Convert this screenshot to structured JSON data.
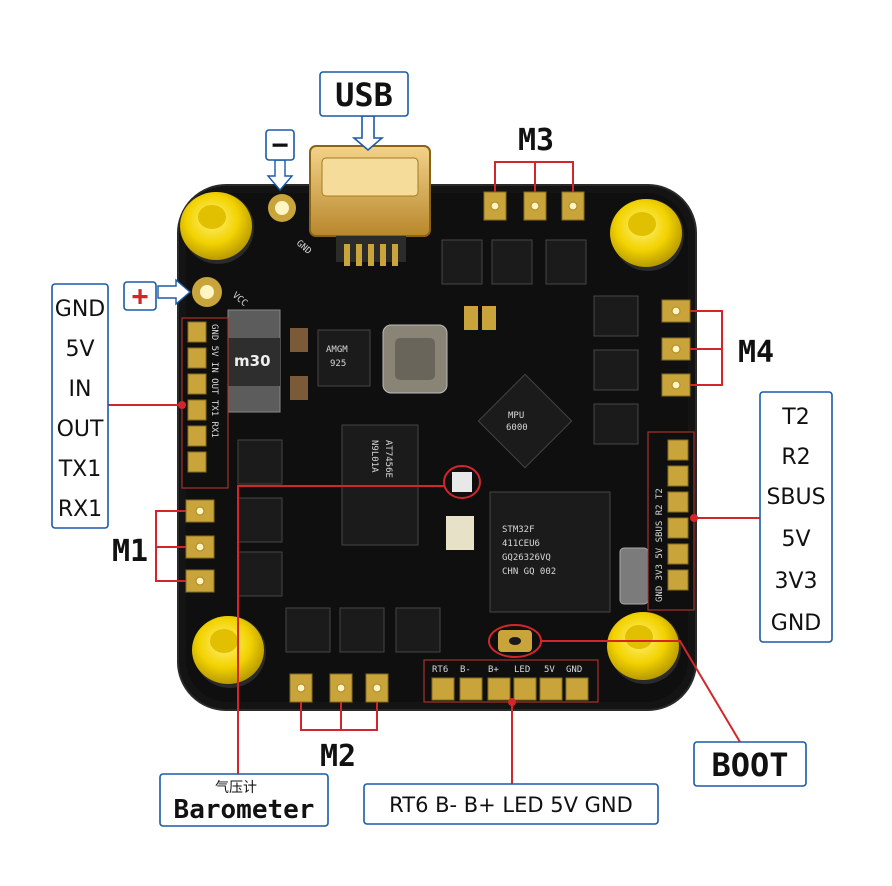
{
  "labels": {
    "usb": "USB",
    "minus": "−",
    "plus": "+",
    "m1": "M1",
    "m2": "M2",
    "m3": "M3",
    "m4": "M4",
    "boot": "BOOT",
    "barometer_cn": "气压计",
    "barometer": "Barometer"
  },
  "left_pins": [
    "GND",
    "5V",
    "IN",
    "OUT",
    "TX1",
    "RX1"
  ],
  "right_pins": [
    "T2",
    "R2",
    "SBUS",
    "5V",
    "3V3",
    "GND"
  ],
  "bottom_pins_text": "RT6 B- B+ LED 5V GND",
  "board_silk": {
    "bottom_header": [
      "RT6",
      "B-",
      "B+",
      "LED",
      "5V",
      "GND"
    ],
    "left_header": "GND 5V IN OUT TX1 RX1",
    "right_header": "GND 3V3 5V SBUS R2 T2",
    "mcu": [
      "STM32F",
      "411CEU6",
      "GQ26326VQ",
      "CHN GQ 002"
    ],
    "osd": [
      "AT7456E",
      "N9L01A"
    ],
    "gyro": [
      "MPU",
      "6000"
    ],
    "inductor": "m30",
    "ldo": [
      "AMGM",
      "925"
    ],
    "gnd": "GND",
    "vcc": "VCC"
  },
  "colors": {
    "label_blue": "#1a5aa8",
    "line_red": "#d3262b",
    "board": "#121212",
    "standoff": "#f2d200",
    "pad_gold": "#c9a43b"
  }
}
